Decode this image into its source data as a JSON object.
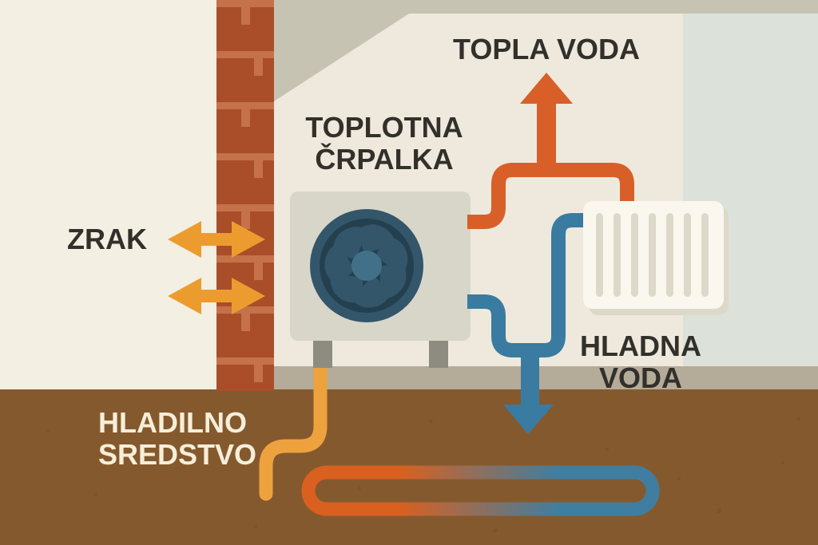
{
  "labels": {
    "air": "ZRAK",
    "heat_pump": [
      "TOPLOTNA",
      "ČRPALKA"
    ],
    "hot_water": "TOPLA VODA",
    "cold_water": [
      "HLADNA",
      "VODA"
    ],
    "refrigerant": [
      "HLADILNO",
      "SREDSTVO"
    ]
  },
  "colors": {
    "hot": "#D95F28",
    "cold": "#3A7BA1",
    "air_arrow": "#EC9C2F",
    "refrigerant_pipe": "#EDA23E",
    "loop_hot": "#D9601F",
    "loop_cold": "#3F7EA0",
    "label_dark": "#32302B",
    "label_light": "#F6EED9",
    "brick": "#A94E28",
    "mortar": "#C5714A",
    "ground": "#85592E",
    "ground_speckle": "#6E4823",
    "floor": "#B4AB99",
    "wall_exterior": "#F3EFE2",
    "wall_interior": "#EEE9DC",
    "ceiling": "#C7C3B3",
    "panel": "#DCE2D9",
    "unit_body": "#D8D6C9",
    "unit_feet": "#8E8C80",
    "fan_rim": "#33566B",
    "fan_dark": "#24404F",
    "fan_hub": "#427089",
    "radiator": "#FAF7EE",
    "radiator_shadow": "#DDD9CA",
    "radiator_fin": "#DCD9CB"
  }
}
